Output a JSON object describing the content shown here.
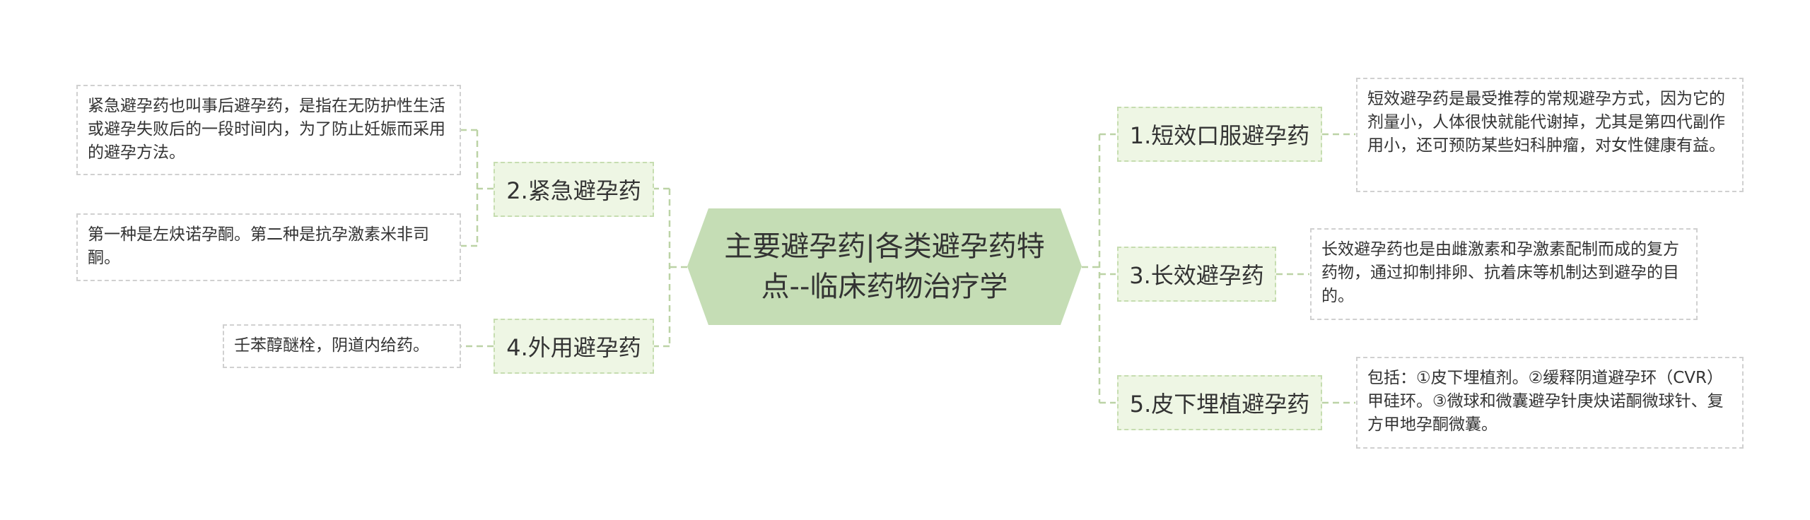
{
  "center": {
    "title": "主要避孕药|各类避孕药特点--临床药物治疗学"
  },
  "colors": {
    "center_fill": "#c5ddb5",
    "branch_fill": "#eef6e4",
    "branch_border": "#c6ddb0",
    "connector": "#bcd3a6",
    "leaf_border": "#d0d0d0"
  },
  "branches": {
    "b1": {
      "label": "1.短效口服避孕药",
      "details": [
        "短效避孕药是最受推荐的常规避孕方式，因为它的剂量小，人体很快就能代谢掉，尤其是第四代副作用小，还可预防某些妇科肿瘤，对女性健康有益。"
      ]
    },
    "b2": {
      "label": "2.紧急避孕药",
      "details": [
        "紧急避孕药也叫事后避孕药，是指在无防护性生活或避孕失败后的一段时间内，为了防止妊娠而采用的避孕方法。",
        "第一种是左炔诺孕酮。第二种是抗孕激素米非司酮。"
      ]
    },
    "b3": {
      "label": "3.长效避孕药",
      "details": [
        "长效避孕药也是由雌激素和孕激素配制而成的复方药物，通过抑制排卵、抗着床等机制达到避孕的目的。"
      ]
    },
    "b4": {
      "label": "4.外用避孕药",
      "details": [
        "壬苯醇醚栓，阴道内给药。"
      ]
    },
    "b5": {
      "label": "5.皮下埋植避孕药",
      "details": [
        "包括：①皮下埋植剂。②缓释阴道避孕环（CVR）甲硅环。③微球和微囊避孕针庚炔诺酮微球针、复方甲地孕酮微囊。"
      ]
    }
  }
}
